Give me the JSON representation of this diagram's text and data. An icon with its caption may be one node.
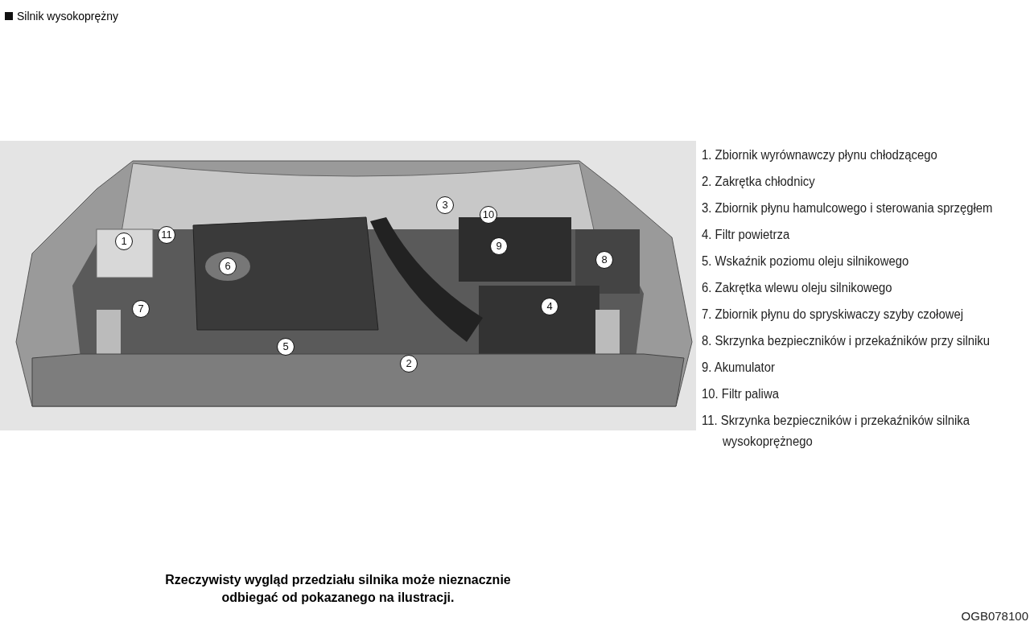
{
  "diagram": {
    "title": "Silnik wysokoprężny",
    "caption": "Rzeczywisty wygląd przedziału silnika może nieznacznie odbiegać od pokazanego na ilustracji.",
    "labels": [
      "3",
      "10",
      "11",
      "1",
      "9",
      "8",
      "6",
      "4",
      "7",
      "5",
      "2",
      "1. Zbiornik wyrównawczy płynu chłodzącego",
      "2. Zakrętka chłodnicy",
      "3. Zbiornik płynu hamulcowego i sterowania sprzęgłem",
      "4. Filtr powietrza",
      "5. Wskaźnik poziomu oleju silnikowego",
      "6. Zakrętka wlewu oleju silnikowego",
      "7. Zbiornik płynu do spryskiwaczy szyby czołowej",
      "8. Skrzynka bezpieczników i przekaźników przy silniku",
      "9. Akumulator",
      "10. Filtr paliwa",
      "11. Skrzynka bezpieczników i przekaźników silnika wysokoprężnego",
      "OGB078100"
    ]
  }
}
